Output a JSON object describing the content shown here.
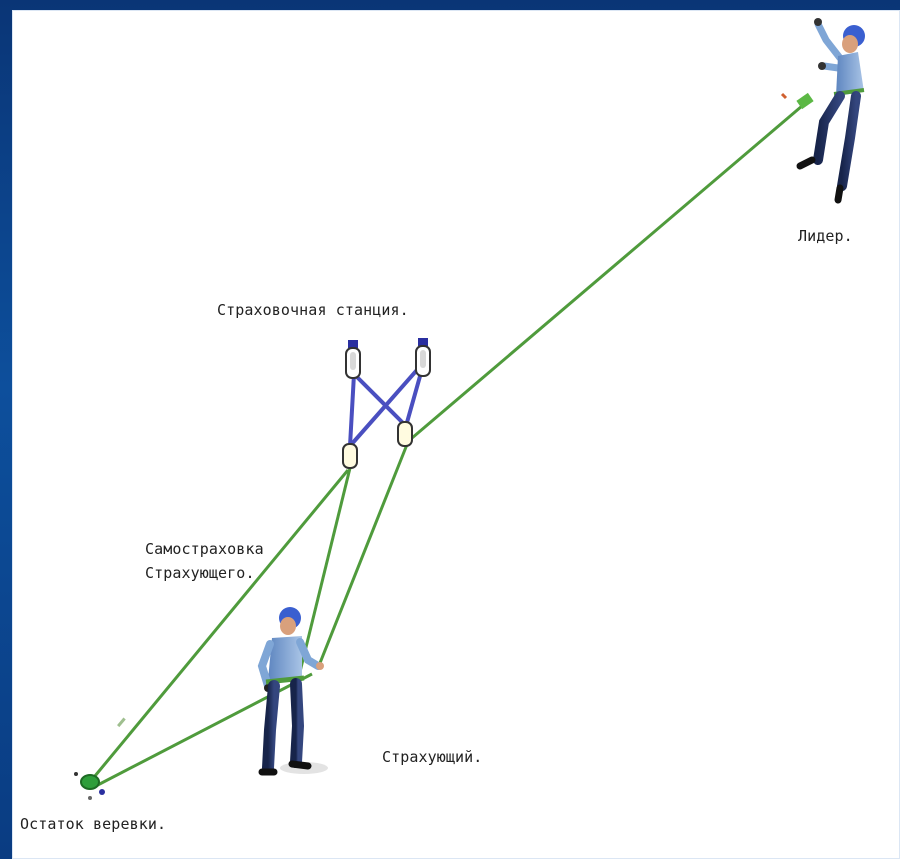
{
  "labels": {
    "leader": "Лидер.",
    "station": "Страховочная станция.",
    "self_belay_line1": "Самостраховка",
    "self_belay_line2": "Страхующего.",
    "belayer": "Страхующий.",
    "rope_end": "Остаток веревки."
  },
  "colors": {
    "background": "#0b3f86",
    "canvas": "#ffffff",
    "rope": "#4f9b3c",
    "sling": "#4a4fc0",
    "helmet": "#3a5fd0",
    "shirt": "#7fa6d6",
    "trousers": "#1f2f5e"
  }
}
